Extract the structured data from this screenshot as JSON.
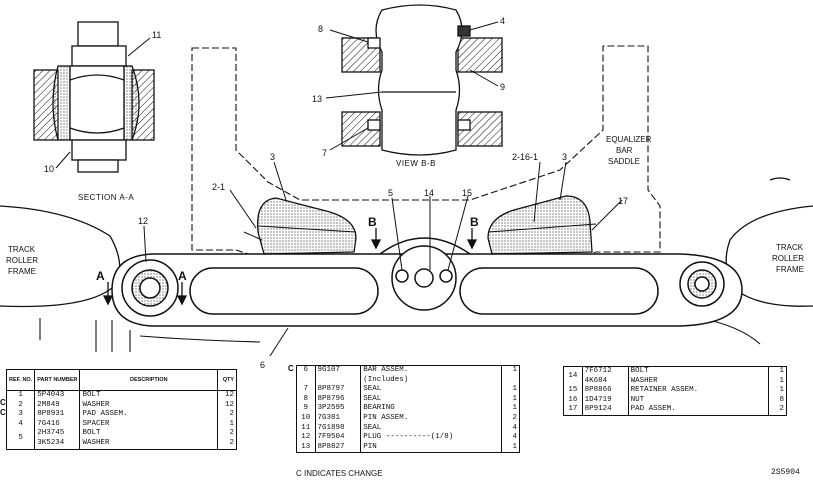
{
  "callouts": {
    "c11": "11",
    "c10": "10",
    "c8": "8",
    "c4": "4",
    "c9": "9",
    "c13": "13",
    "c7": "7",
    "c3a": "3",
    "c3b": "3",
    "c2_1": "2-1",
    "c2_16_1": "2-16-1",
    "c12": "12",
    "c5": "5",
    "c14": "14",
    "c15": "15",
    "c17": "17",
    "c6": "6"
  },
  "section_labels": {
    "section_aa": "SECTION A-A",
    "view_bb": "VIEW B-B"
  },
  "section_markers": {
    "a": "A",
    "b": "B"
  },
  "equalizer": {
    "line1": "EQUALIZER",
    "line2": "BAR",
    "line3": "SADDLE"
  },
  "track_left": {
    "line1": "TRACK",
    "line2": "ROLLER",
    "line3": "FRAME"
  },
  "track_right": {
    "line1": "TRACK",
    "line2": "ROLLER",
    "line3": "FRAME"
  },
  "table1": {
    "header": {
      "ref": "REF. NO.",
      "part": "PART NUMBER",
      "desc": "DESCRIPTION",
      "qty": "QTY"
    },
    "rows": [
      {
        "change": "C",
        "ref": "1",
        "part": "5P4043",
        "desc": "BOLT",
        "qty": "12"
      },
      {
        "change": "C",
        "ref": "2",
        "part": "2M849",
        "desc": "WASHER",
        "qty": "12"
      },
      {
        "change": "",
        "ref": "3",
        "part": "8P8931",
        "desc": "PAD ASSEM.",
        "qty": "2"
      },
      {
        "change": "",
        "ref": "4",
        "part": "7G416",
        "desc": "SPACER",
        "qty": "1"
      },
      {
        "change": "",
        "ref": "5",
        "part": "2H3745",
        "desc": "BOLT",
        "qty": "2"
      },
      {
        "change": "",
        "ref": "",
        "part": "3K5234",
        "desc": "WASHER",
        "qty": "2"
      }
    ]
  },
  "table2": {
    "rows": [
      {
        "change": "C",
        "ref": "6",
        "part": "9G107",
        "desc": "BAR ASSEM.",
        "qty": "1"
      },
      {
        "change": "",
        "ref": "",
        "part": "",
        "desc": "(Includes)",
        "qty": ""
      },
      {
        "change": "",
        "ref": "7",
        "part": "8P8797",
        "desc": "SEAL",
        "qty": "1"
      },
      {
        "change": "",
        "ref": "8",
        "part": "8P8796",
        "desc": "SEAL",
        "qty": "1"
      },
      {
        "change": "",
        "ref": "9",
        "part": "3P2595",
        "desc": "BEARING",
        "qty": "1"
      },
      {
        "change": "",
        "ref": "10",
        "part": "7G381",
        "desc": "PIN ASSEM.",
        "qty": "2"
      },
      {
        "change": "",
        "ref": "11",
        "part": "7G1898",
        "desc": "SEAL",
        "qty": "4"
      },
      {
        "change": "",
        "ref": "12",
        "part": "7F9504",
        "desc": "PLUG ----------(1/8)",
        "qty": "4"
      },
      {
        "change": "",
        "ref": "13",
        "part": "8P8827",
        "desc": "PIN",
        "qty": "1"
      }
    ]
  },
  "table3": {
    "rows": [
      {
        "ref": "14",
        "part": "7F6712",
        "desc": "BOLT",
        "qty": "1"
      },
      {
        "ref": "",
        "part": "4K684",
        "desc": "WASHER",
        "qty": "1"
      },
      {
        "ref": "15",
        "part": "8P8866",
        "desc": "RETAINER ASSEM.",
        "qty": "1"
      },
      {
        "ref": "16",
        "part": "1D4719",
        "desc": "NUT",
        "qty": "8"
      },
      {
        "ref": "17",
        "part": "8P9124",
        "desc": "PAD ASSEM.",
        "qty": "2"
      }
    ]
  },
  "footnote": "C INDICATES CHANGE",
  "drawing_number": "2S5904"
}
